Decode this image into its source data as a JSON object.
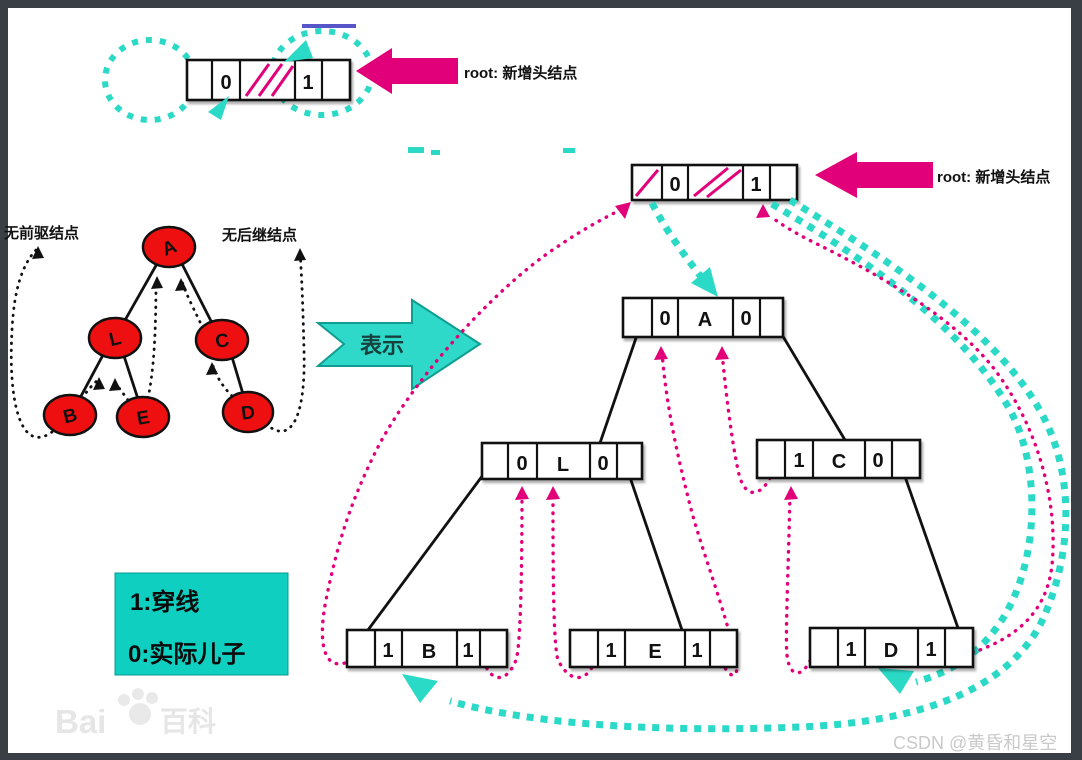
{
  "colors": {
    "magenta": "#e2007a",
    "teal": "#2bd9c7",
    "legend_teal": "#0fcfc0",
    "node_red": "#ee1010",
    "blue_line": "#5656c8",
    "frame": "#3a3e45",
    "background": "#ffffff"
  },
  "top_left_head": {
    "ltag": "0",
    "rtag": "1",
    "label": "root: 新增头结点"
  },
  "top_right_head": {
    "ltag": "0",
    "rtag": "1",
    "label": "root: 新增头结点"
  },
  "transform_arrow": {
    "label": "表示"
  },
  "left_tree": {
    "no_predecessor": "无前驱结点",
    "no_successor": "无后继结点",
    "nodes": {
      "A": "A",
      "L": "L",
      "C": "C",
      "B": "B",
      "E": "E",
      "D": "D"
    }
  },
  "right_tree": {
    "nodes": {
      "A": {
        "ltag": "0",
        "value": "A",
        "rtag": "0"
      },
      "L": {
        "ltag": "0",
        "value": "L",
        "rtag": "0"
      },
      "C": {
        "ltag": "1",
        "value": "C",
        "rtag": "0"
      },
      "B": {
        "ltag": "1",
        "value": "B",
        "rtag": "1"
      },
      "E": {
        "ltag": "1",
        "value": "E",
        "rtag": "1"
      },
      "D": {
        "ltag": "1",
        "value": "D",
        "rtag": "1"
      }
    }
  },
  "legend": {
    "line1": "1:穿线",
    "line2": "0:实际儿子"
  },
  "watermarks": {
    "baidu_part1": "Bai",
    "baidu_part2": "百科",
    "csdn": "CSDN @黄昏和星空"
  }
}
